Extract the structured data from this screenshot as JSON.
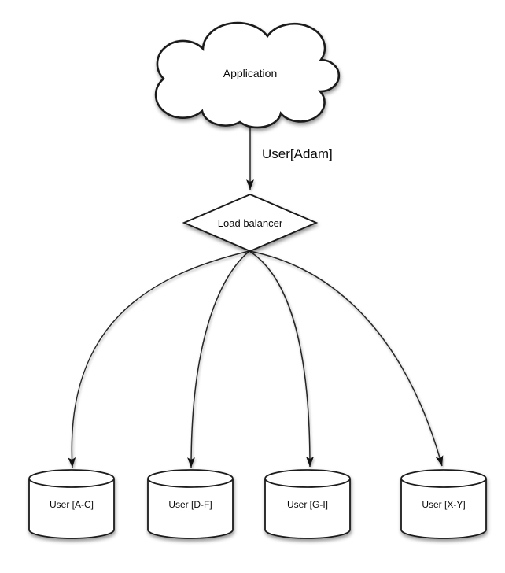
{
  "diagram": {
    "nodes": {
      "application": {
        "label": "Application",
        "shape": "cloud"
      },
      "load_balancer": {
        "label": "Load balancer",
        "shape": "diamond"
      },
      "shards": [
        {
          "label": "User [A-C]",
          "shape": "cylinder"
        },
        {
          "label": "User [D-F]",
          "shape": "cylinder"
        },
        {
          "label": "User [G-I]",
          "shape": "cylinder"
        },
        {
          "label": "User [X-Y]",
          "shape": "cylinder"
        }
      ]
    },
    "edges": {
      "request_label": "User[Adam]"
    },
    "colors": {
      "stroke": "#1b1b1b",
      "fill": "#ffffff",
      "text": "#0a0a0a",
      "background": "#ffffff"
    }
  }
}
